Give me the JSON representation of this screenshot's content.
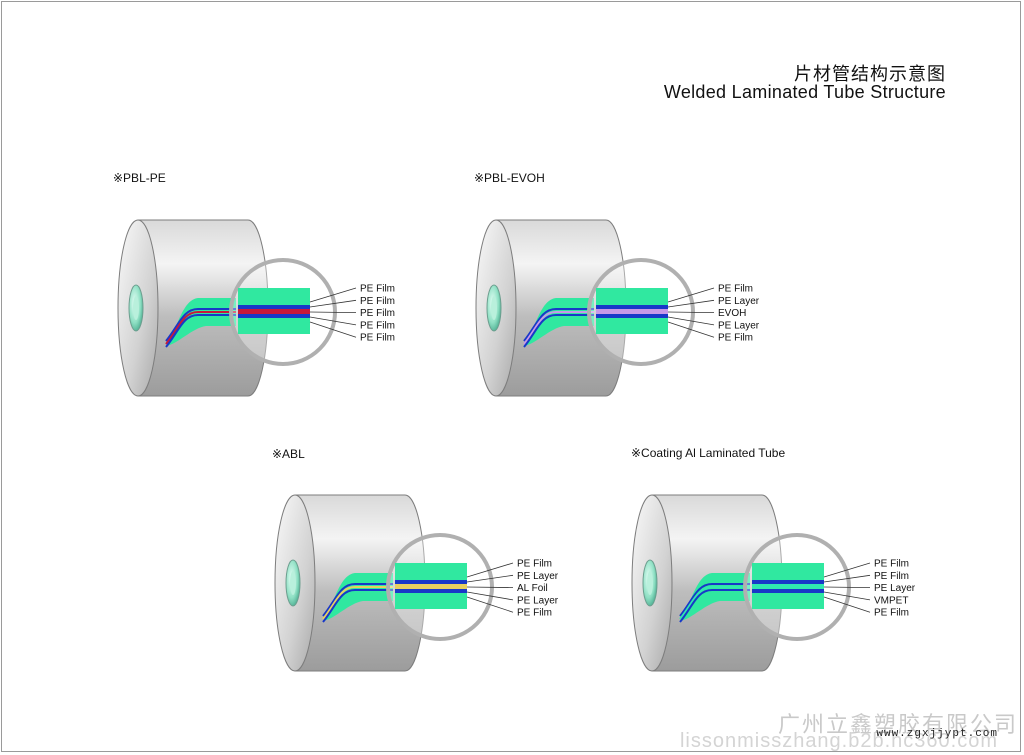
{
  "header": {
    "title_cn": "片材管结构示意图",
    "title_en": "Welded Laminated Tube Structure"
  },
  "diagrams": [
    {
      "label": "※PBL-PE",
      "layers": [
        "PE Film",
        "PE Film",
        "PE Film",
        "PE Film",
        "PE Film"
      ],
      "middle_colors": [
        "#1838c8",
        "#c8183a",
        "#1838c8"
      ]
    },
    {
      "label": "※PBL-EVOH",
      "layers": [
        "PE Film",
        "PE Layer",
        "EVOH",
        "PE Layer",
        "PE Film"
      ],
      "middle_colors": [
        "#1838c8",
        "#c898e8",
        "#1838c8"
      ]
    },
    {
      "label": "※ABL",
      "layers": [
        "PE Film",
        "PE Layer",
        "AL Foil",
        "PE Layer",
        "PE Film"
      ],
      "middle_colors": [
        "#1838c8",
        "#e8d060",
        "#1838c8"
      ]
    },
    {
      "label": "※Coating  Al Laminated Tube",
      "layers": [
        "PE Film",
        "PE Film",
        "PE Layer",
        "VMPET",
        "PE Film"
      ],
      "middle_colors": [
        "#1838c8",
        "#30e8b0",
        "#1838c8"
      ]
    }
  ],
  "watermark": {
    "site": "www.zgxjjypt.com",
    "company": "广州立鑫塑胶有限公司",
    "url": "lissonmisszhang.b2b.hc360.com"
  },
  "colors": {
    "green_film": "#30e8a0",
    "roll_light": "#f4f4f4",
    "roll_dark": "#9c9c9c"
  }
}
